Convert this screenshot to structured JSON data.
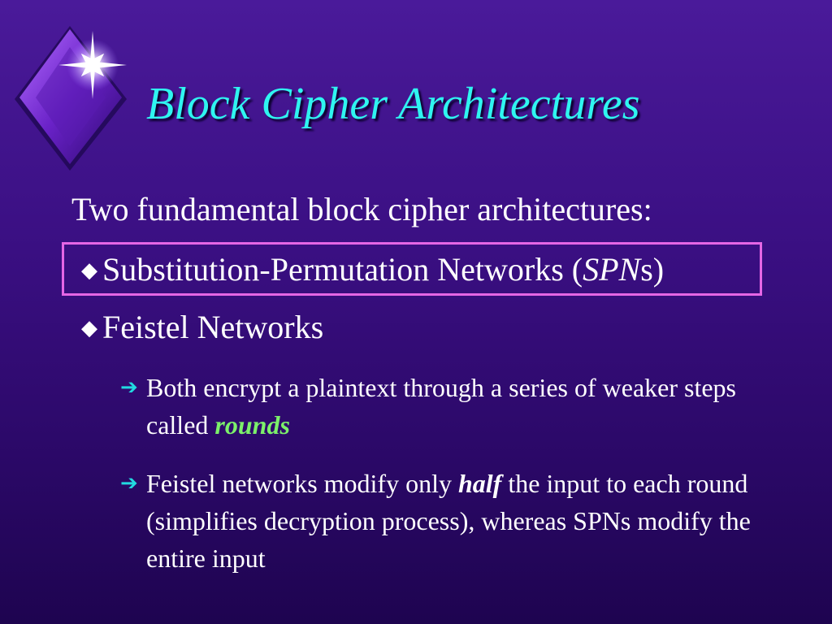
{
  "slide": {
    "title": "Block Cipher Architectures",
    "intro": "Two fundamental block cipher architectures:",
    "bullets": [
      {
        "marker": "◆",
        "text_before": "Substitution-Permutation Networks (",
        "text_italic": "SPN",
        "text_after": "s)"
      },
      {
        "marker": "◆",
        "text": "Feistel Networks"
      }
    ],
    "subbullets": [
      {
        "marker": "➔",
        "text_before": "Both encrypt a plaintext through a series of weaker steps called ",
        "text_emphasis": "rounds",
        "text_after": ""
      },
      {
        "marker": "➔",
        "text_before": "Feistel networks modify only ",
        "text_emphasis": "half",
        "text_after": " the input to each round (simplifies decryption process), whereas SPNs modify the entire input"
      }
    ]
  },
  "colors": {
    "background_top": "#4a1a9a",
    "background_bottom": "#1e0450",
    "title": "#2ff5f0",
    "highlight_border": "#e566e5",
    "arrow": "#22d9e0",
    "rounds_emphasis": "#7cf06a",
    "body_text": "#ffffff"
  },
  "icons": {
    "logo": "diamond-star-icon",
    "bullet": "diamond-bullet-icon",
    "subbullet": "arrow-right-icon"
  }
}
